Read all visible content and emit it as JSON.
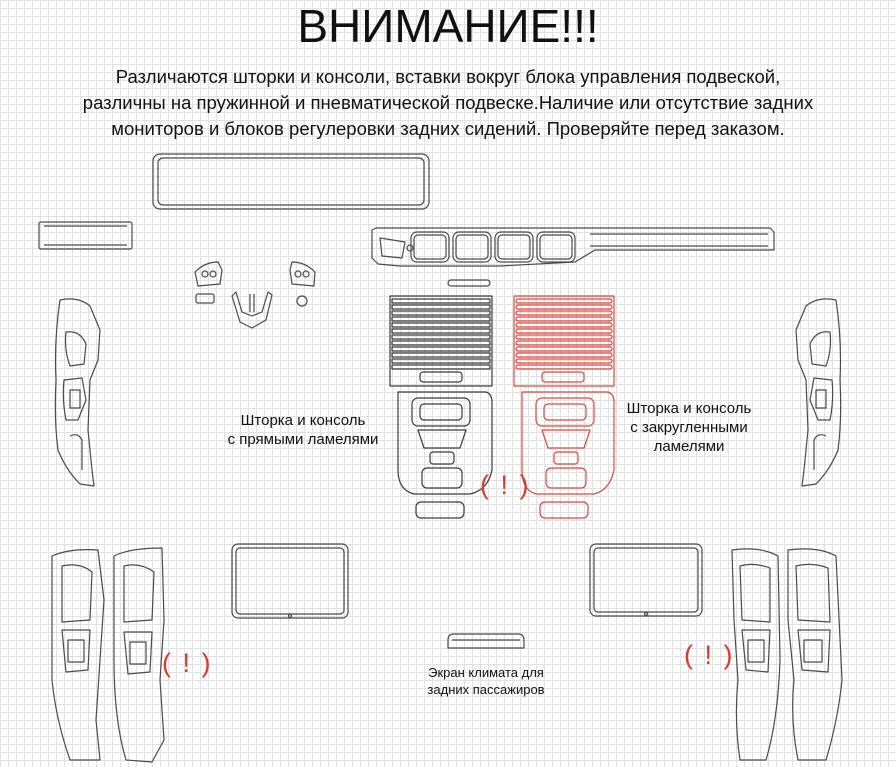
{
  "header": {
    "title": "ВНИМАНИЕ!!!",
    "warning_lines": [
      "Различаются шторки и консоли, вставки  вокруг блока управления подвеской,",
      "различны на пружинной и пневматической подвеске.Наличие или отсутствие задних",
      "мониторов и блоков регулеровки задних сидений. Проверяйте перед заказом."
    ]
  },
  "captions": {
    "straight": [
      "Шторка и консоль",
      "с прямыми ламелями"
    ],
    "rounded": [
      "Шторка и консоль",
      "с закругленными",
      "ламелями"
    ],
    "rear_climate": [
      "Экран климата для",
      "задних пассажиров"
    ]
  },
  "marks": {
    "center": "( ! )",
    "left_doors": "( ! )",
    "right_doors": "( ! )"
  },
  "colors": {
    "line": "#4a4a4a",
    "highlight": "#e0463c",
    "grid": "#e1e1e1"
  }
}
